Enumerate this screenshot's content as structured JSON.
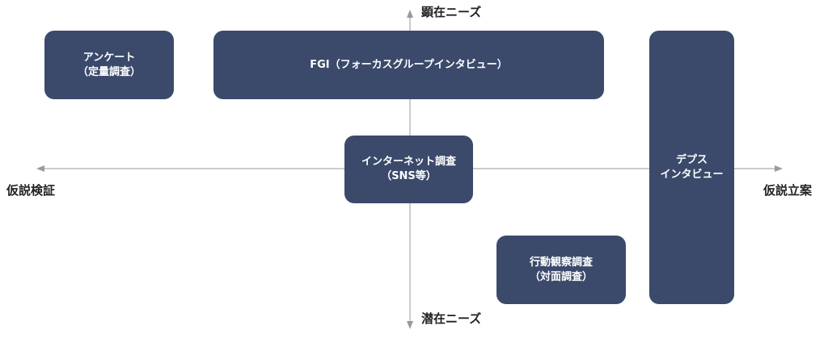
{
  "axes": {
    "top": "顕在ニーズ",
    "bottom": "潜在ニーズ",
    "left": "仮説検証",
    "right": "仮説立案",
    "line_color": "#9a9a9a"
  },
  "methods": {
    "survey": {
      "line1": "アンケート",
      "line2": "（定量調査）"
    },
    "fgi": {
      "line1": "FGI（フォーカスグループインタビュー）"
    },
    "internet": {
      "line1": "インターネット調査",
      "line2": "（SNS等）"
    },
    "depth": {
      "line1": "デプス",
      "line2": "インタビュー"
    },
    "observation": {
      "line1": "行動観察調査",
      "line2": "（対面調査）"
    }
  },
  "colors": {
    "box": "#3b4a6b",
    "box_text": "#ffffff",
    "label_text": "#222222"
  }
}
